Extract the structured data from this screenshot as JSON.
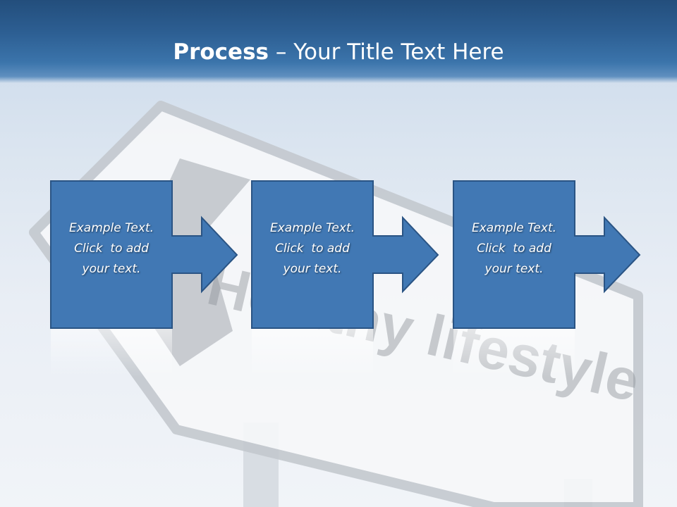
{
  "slide": {
    "title_bold": "Process",
    "title_rest": " – Your Title Text Here"
  },
  "background": {
    "sign_text": "Healthy lifestyle"
  },
  "process_steps": [
    {
      "line1": "Example Text.",
      "line2": "Click  to add",
      "line3": "your text."
    },
    {
      "line1": "Example Text.",
      "line2": "Click  to add",
      "line3": "your text."
    },
    {
      "line1": "Example Text.",
      "line2": "Click  to add",
      "line3": "your text."
    }
  ],
  "colors": {
    "header": "#2d5f93",
    "box_fill": "#4178b4",
    "box_stroke": "#2a5484"
  }
}
